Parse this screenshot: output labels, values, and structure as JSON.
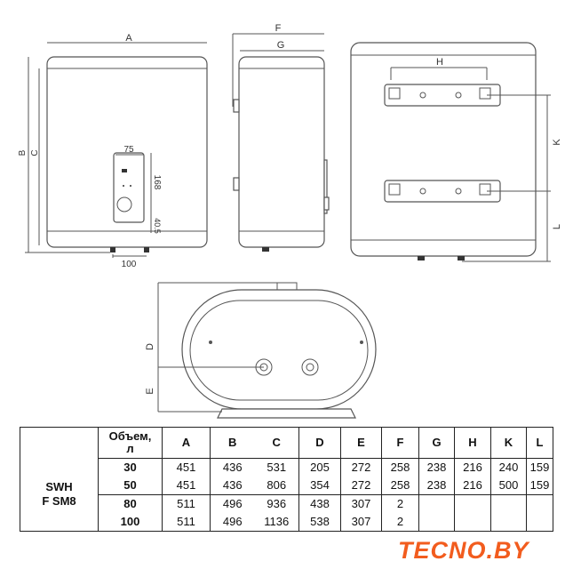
{
  "drawing": {
    "labels": {
      "A": "A",
      "B": "B",
      "C": "C",
      "D": "D",
      "E": "E",
      "F": "F",
      "G": "G",
      "H": "H",
      "K": "K",
      "L": "L"
    },
    "panel_width": "75",
    "panel_height": "168",
    "panel_offset": "40.5",
    "pipe_spacing": "100"
  },
  "table": {
    "model": [
      "SWH",
      "F SM8"
    ],
    "headers": [
      "Объем,",
      "л",
      "A",
      "B",
      "C",
      "D",
      "E",
      "F",
      "G",
      "H",
      "K",
      "L"
    ],
    "rows": [
      [
        "30",
        "451",
        "436",
        "531",
        "205",
        "272",
        "258",
        "238",
        "216",
        "240",
        "159"
      ],
      [
        "50",
        "451",
        "436",
        "806",
        "354",
        "272",
        "258",
        "238",
        "216",
        "500",
        "159"
      ],
      [
        "80",
        "511",
        "496",
        "936",
        "438",
        "307",
        "2"
      ],
      [
        "100",
        "511",
        "496",
        "1136",
        "538",
        "307",
        "2"
      ]
    ]
  },
  "logo": {
    "text": "TECNO.BY",
    "color": "#f25c1e"
  }
}
